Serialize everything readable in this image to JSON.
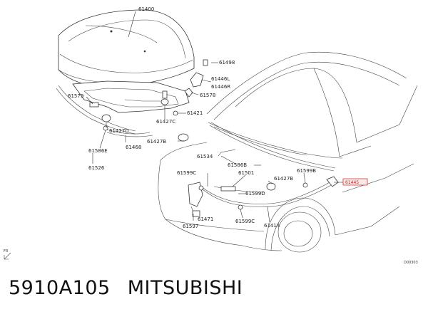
{
  "diagram": {
    "labels": {
      "p61400": "61400",
      "p61498": "61498",
      "p61446L": "61446L",
      "p61446R": "61446R",
      "p61578": "61578",
      "p61579": "61579",
      "p61421": "61421",
      "p61427C": "61427C",
      "p61427D": "61427D",
      "p61427B": "61427B",
      "p61468": "61468",
      "p61586E": "61586E",
      "p61526": "61526",
      "p61534": "61534",
      "p61586B": "61586B",
      "p61501": "61501",
      "p61599C_a": "61599C",
      "p61427B_b": "61427B",
      "p61599B": "61599B",
      "p61599D": "61599D",
      "p61471": "61471",
      "p61597": "61597",
      "p61599C_b": "61599C",
      "p61414": "61414",
      "ref": "61445",
      "fr": "FR",
      "code": "D00303"
    }
  },
  "caption": {
    "part_number": "5910A105",
    "brand": "MITSUBISHI"
  }
}
